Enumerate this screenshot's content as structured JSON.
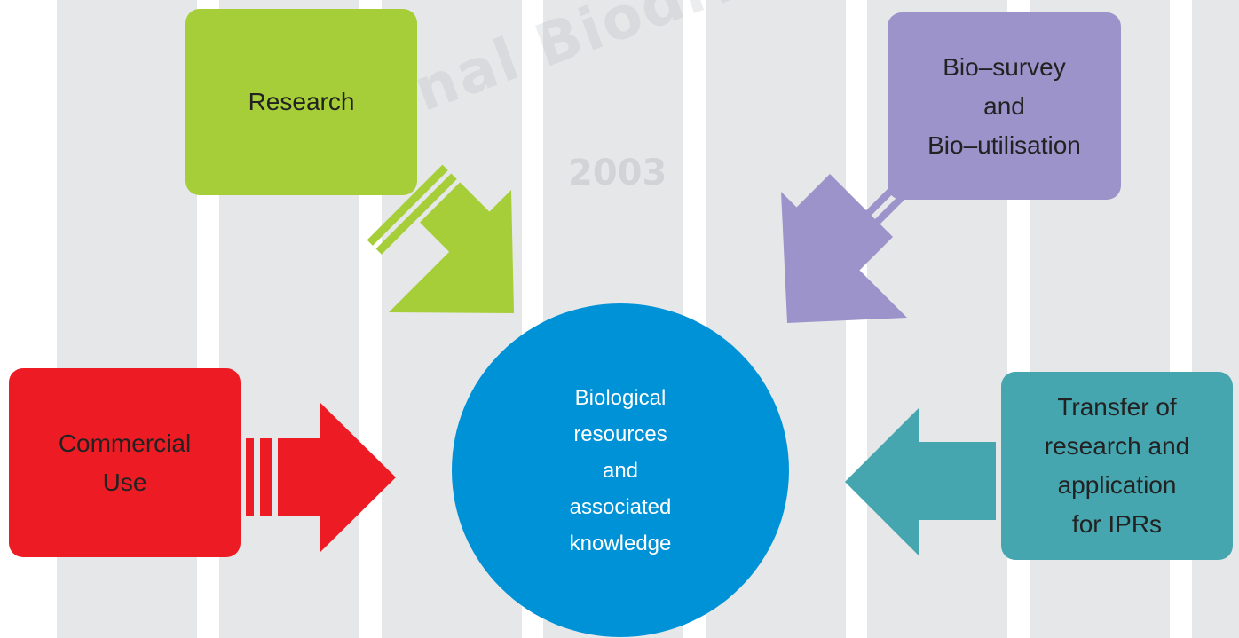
{
  "watermark": {
    "text": "National Biodiversity Authority, India",
    "year": "2003"
  },
  "nodes": {
    "center": {
      "lines": [
        "Biological",
        "resources",
        "and",
        "associated",
        "knowledge"
      ],
      "color": "#0092d6"
    },
    "research": {
      "lines": [
        "Research"
      ],
      "color": "#a6ce39"
    },
    "biosurvey": {
      "lines": [
        "Bio–survey",
        "and",
        "Bio–utilisation"
      ],
      "color": "#9b93c9"
    },
    "commercial": {
      "lines": [
        "Commercial",
        "Use"
      ],
      "color": "#ed1c24"
    },
    "transfer": {
      "lines": [
        "Transfer of",
        "research and",
        "application",
        "for IPRs"
      ],
      "color": "#46a6b0"
    }
  },
  "colors": {
    "stripe": "#e6e7e8",
    "background": "#ffffff"
  }
}
